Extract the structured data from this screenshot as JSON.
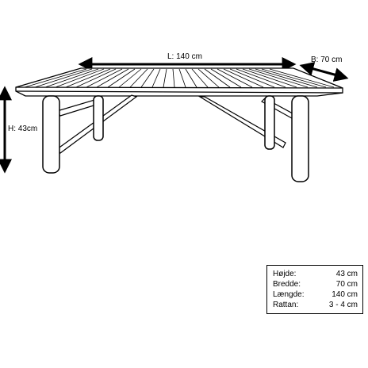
{
  "dimensions": {
    "length_label": "L: 140 cm",
    "width_label": "B: 70 cm",
    "height_label": "H: 43cm"
  },
  "specs": [
    {
      "label": "Højde:",
      "value": "43 cm"
    },
    {
      "label": "Bredde:",
      "value": "70 cm"
    },
    {
      "label": "Længde:",
      "value": "140 cm"
    },
    {
      "label": "Rattan:",
      "value": "3 - 4 cm"
    }
  ],
  "colors": {
    "line": "#000000",
    "background": "#ffffff"
  }
}
